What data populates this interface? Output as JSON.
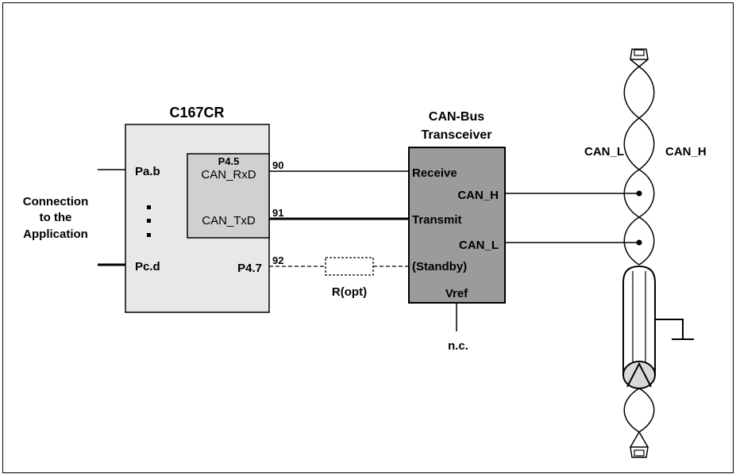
{
  "controller": {
    "title": "C167CR",
    "port_ab": "Pa.b",
    "port_cd": "Pc.d",
    "p45": "P4.5",
    "can_rxd": "CAN_RxD",
    "can_txd": "CAN_TxD",
    "p47": "P4.7"
  },
  "application": {
    "line1": "Connection",
    "line2": "to the",
    "line3": "Application"
  },
  "pins": {
    "rx": "90",
    "tx": "91",
    "stby": "92"
  },
  "transceiver": {
    "title1": "CAN-Bus",
    "title2": "Transceiver",
    "receive": "Receive",
    "can_h": "CAN_H",
    "transmit": "Transmit",
    "can_l": "CAN_L",
    "standby": "(Standby)",
    "vref": "Vref",
    "nc": "n.c."
  },
  "resistor": {
    "label": "R(opt)"
  },
  "bus": {
    "can_l": "CAN_L",
    "can_h": "CAN_H"
  },
  "colors": {
    "controller_fill": "#e8e8e8",
    "inner_fill": "#d0d0d0",
    "transceiver_fill": "#9b9b9b",
    "cable_fill": "#d8d8d8"
  }
}
